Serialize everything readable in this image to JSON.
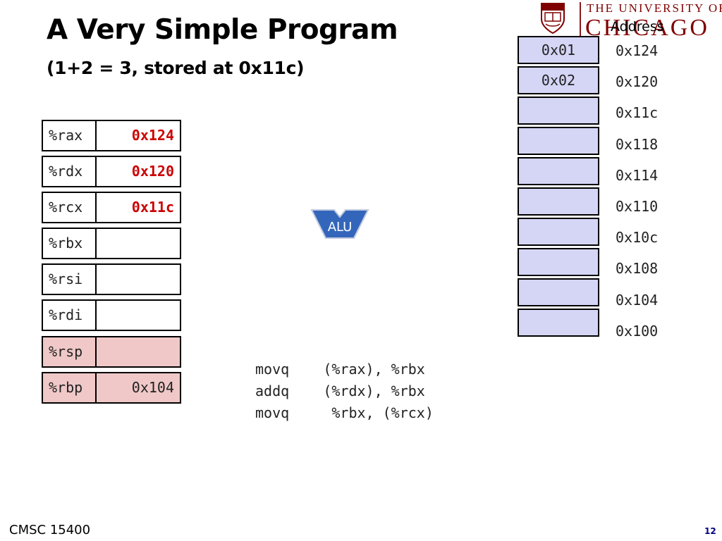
{
  "slide": {
    "title": "A Very Simple Program",
    "subtitle": "(1+2 = 3, stored at 0x11c)"
  },
  "logo": {
    "line1": "THE UNIVERSITY OF",
    "line2": "CHICAGO",
    "icon": "shield-icon"
  },
  "memory": {
    "header": "Address",
    "cells": [
      {
        "value": "0x01",
        "address": "0x124"
      },
      {
        "value": "0x02",
        "address": "0x120"
      },
      {
        "value": "",
        "address": "0x11c"
      },
      {
        "value": "",
        "address": "0x118"
      },
      {
        "value": "",
        "address": "0x114"
      },
      {
        "value": "",
        "address": "0x110"
      },
      {
        "value": "",
        "address": "0x10c"
      },
      {
        "value": "",
        "address": "0x108"
      },
      {
        "value": "",
        "address": "0x104"
      },
      {
        "value": "",
        "address": "0x100"
      }
    ]
  },
  "registers": [
    {
      "name": "%rax",
      "value": "0x124",
      "highlight": true
    },
    {
      "name": "%rdx",
      "value": "0x120",
      "highlight": true
    },
    {
      "name": "%rcx",
      "value": "0x11c",
      "highlight": true
    },
    {
      "name": "%rbx",
      "value": ""
    },
    {
      "name": "%rsi",
      "value": ""
    },
    {
      "name": "%rdi",
      "value": ""
    },
    {
      "name": "%rsp",
      "value": "",
      "pink": true
    },
    {
      "name": "%rbp",
      "value": "0x104",
      "pink": true
    }
  ],
  "alu": {
    "label": "ALU",
    "color": "#3366bb"
  },
  "code": [
    "movq    (%rax), %rbx",
    "addq    (%rdx), %rbx",
    "movq     %rbx, (%rcx)"
  ],
  "footer": {
    "course": "CMSC 15400",
    "page": "12"
  },
  "colors": {
    "memory_cell": "#d5d5f6",
    "register_pink": "#f0c8c8",
    "value_red": "#cc0000",
    "logo_maroon": "#800000"
  }
}
